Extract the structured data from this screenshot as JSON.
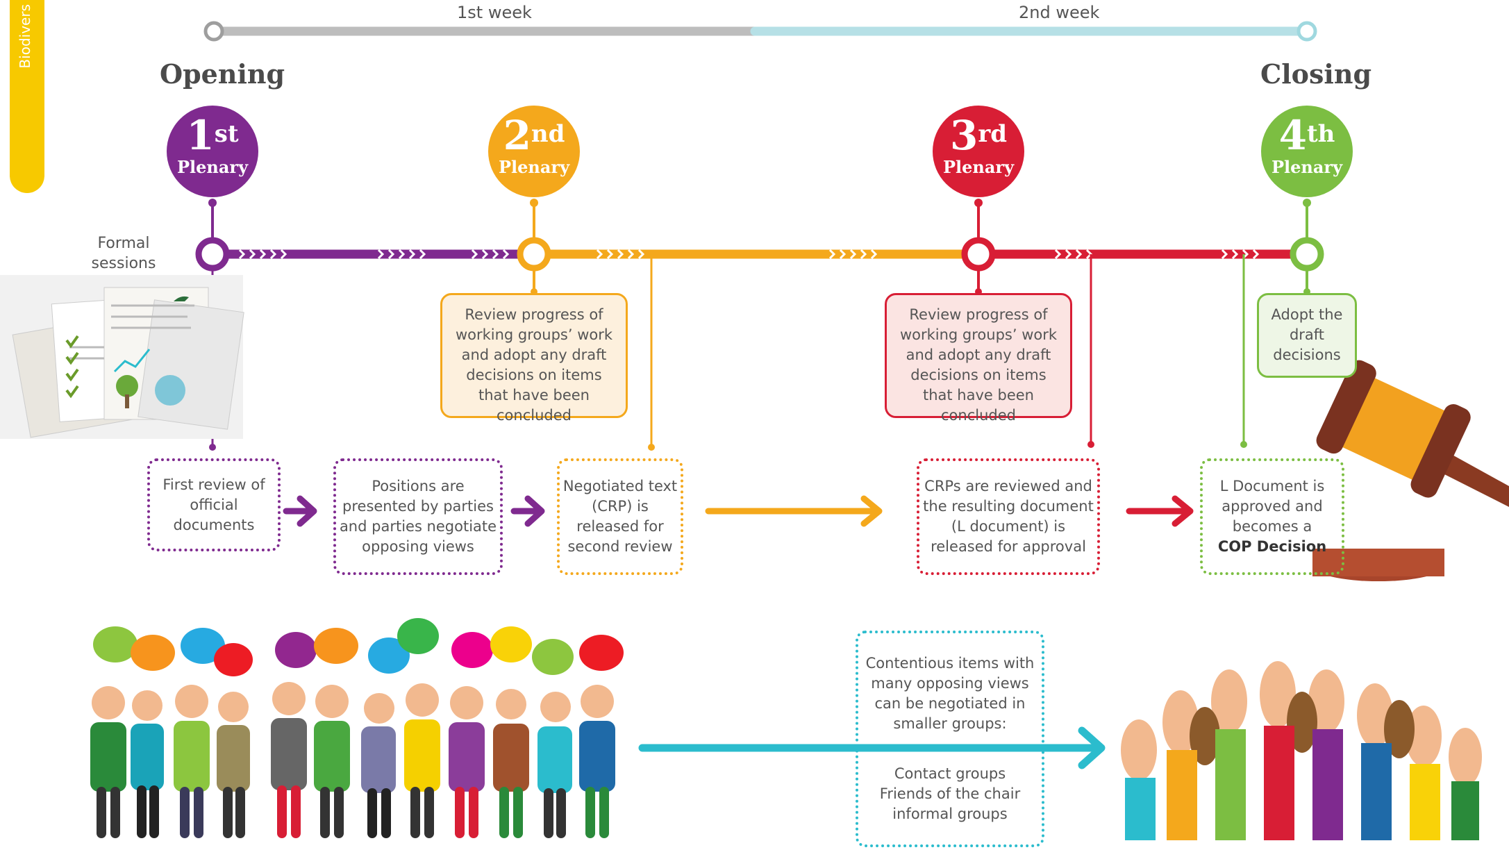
{
  "side_tab": {
    "label": "Biodivers"
  },
  "weeks": {
    "week1": "1st week",
    "week2": "2nd week"
  },
  "phases": {
    "opening": "Opening",
    "closing": "Closing"
  },
  "plenaries": [
    {
      "num": "1",
      "suffix": "st",
      "label": "Plenary",
      "color": "#7f2a8f"
    },
    {
      "num": "2",
      "suffix": "nd",
      "label": "Plenary",
      "color": "#f4a81c"
    },
    {
      "num": "3",
      "suffix": "rd",
      "label": "Plenary",
      "color": "#d81e35"
    },
    {
      "num": "4",
      "suffix": "th",
      "label": "Plenary",
      "color": "#7cbe42"
    }
  ],
  "formal_sessions": {
    "line1": "Formal",
    "line2": "sessions"
  },
  "plenary_boxes": {
    "second": "Review progress of working groups’ work and adopt any draft decisions on items that have been concluded",
    "third": "Review progress of working groups’ work and adopt any draft decisions on items that have been concluded",
    "fourth": "Adopt the draft decisions"
  },
  "process_steps": [
    {
      "text": "First review of official documents"
    },
    {
      "text": "Positions are presented by parties and parties negotiate opposing views"
    },
    {
      "text": "Negotiated text (CRP) is released for second review"
    },
    {
      "text": "CRPs are reviewed and the resulting document (L document) is released for approval"
    },
    {
      "text": "L Document is approved and becomes a",
      "bold": "COP Decision"
    }
  ],
  "contentious": {
    "intro": "Contentious items with many opposing views can be negotiated in smaller groups:",
    "groups": [
      "Contact groups",
      "Friends of the chair",
      "informal groups"
    ]
  },
  "colors": {
    "purple": "#7f2a8f",
    "orange": "#f4a81c",
    "red": "#d81e35",
    "green": "#7cbe42",
    "teal": "#2bbccd",
    "week1_bar": "#bdbdbd",
    "week2_bar": "#b6e0e6",
    "sidetab": "#f7c900"
  }
}
